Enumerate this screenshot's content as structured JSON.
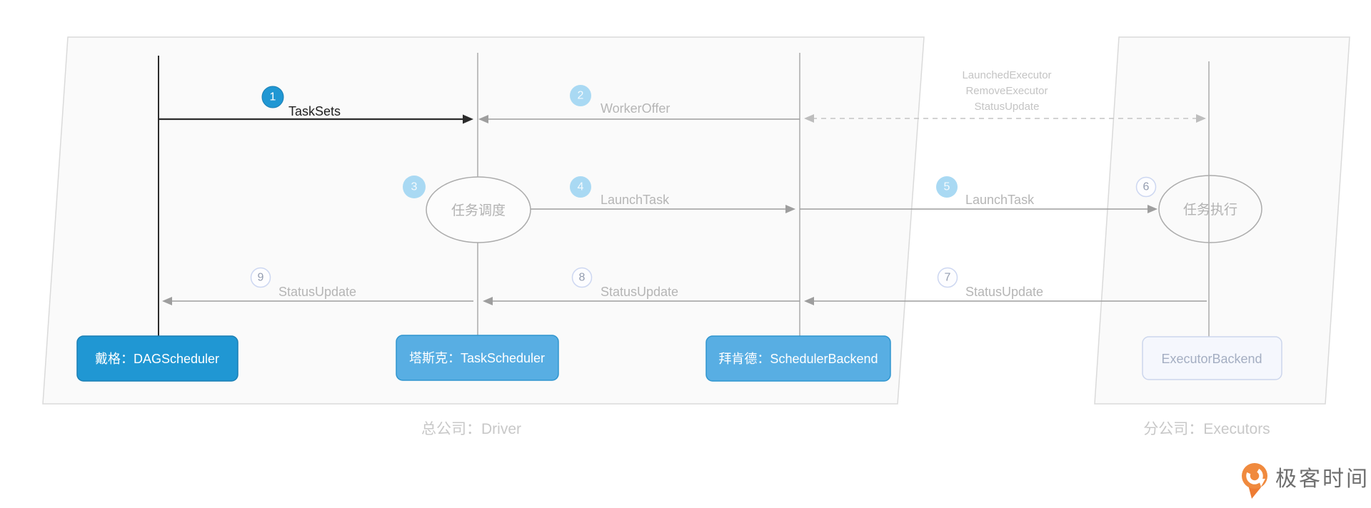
{
  "diagram": {
    "panels": [
      {
        "caption": "总公司：Driver"
      },
      {
        "caption": "分公司：Executors"
      }
    ],
    "actors": [
      {
        "label": "戴格：DAGScheduler"
      },
      {
        "label": "塔斯克：TaskScheduler"
      },
      {
        "label": "拜肯德：SchedulerBackend"
      },
      {
        "label": "ExecutorBackend"
      }
    ],
    "activities": [
      {
        "label": "任务调度"
      },
      {
        "label": "任务执行"
      }
    ],
    "messages": [
      {
        "num": "1",
        "label": "TaskSets"
      },
      {
        "num": "2",
        "label": "WorkerOffer"
      },
      {
        "num": "3",
        "label": ""
      },
      {
        "num": "4",
        "label": "LaunchTask"
      },
      {
        "num": "5",
        "label": "LaunchTask"
      },
      {
        "num": "6",
        "label": ""
      },
      {
        "num": "7",
        "label": "StatusUpdate"
      },
      {
        "num": "8",
        "label": "StatusUpdate"
      },
      {
        "num": "9",
        "label": "StatusUpdate"
      }
    ],
    "note": {
      "lines": [
        "LaunchedExecutor",
        "RemoveExecutor",
        "StatusUpdate"
      ]
    },
    "brand": {
      "name": "极客时间"
    },
    "colors": {
      "primary_blue": "#2097d3",
      "primary_blue_border": "#1b7fb4",
      "secondary_blue": "#58aee3",
      "secondary_blue_border": "#2f95cf",
      "badge_light_blue": "#a9d9f3",
      "badge_muted_border": "#cdd7f1",
      "muted_box_fill": "#f5f7fd",
      "muted_box_border": "#ccd6ec",
      "panel_fill": "#fafafa",
      "panel_border": "#dadada",
      "gray_label": "#b5b5b5",
      "arrow_gray": "#9e9e9e",
      "dashed_gray": "#c4c4c4",
      "black_line": "#2b2b2b",
      "brand_orange": "#f08038"
    }
  }
}
